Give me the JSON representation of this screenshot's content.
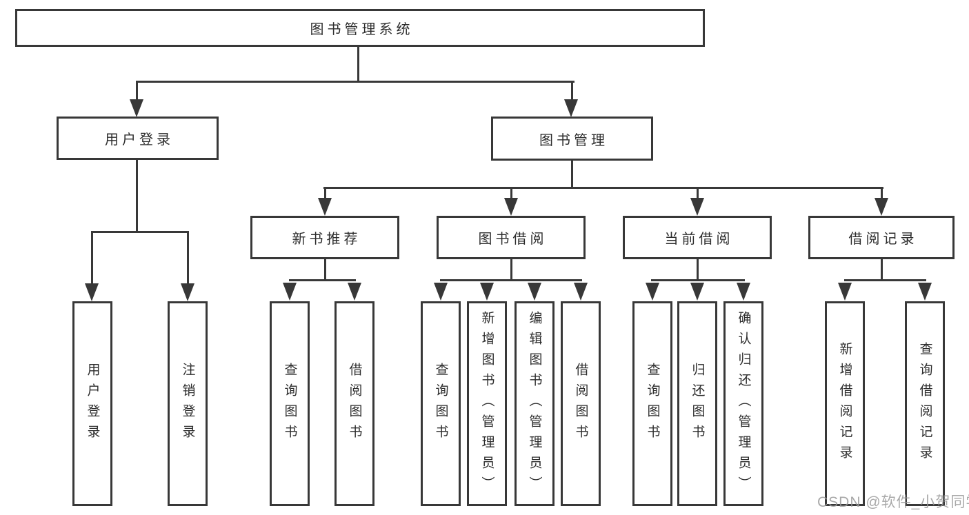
{
  "diagram": {
    "title": "图书管理系统",
    "root": {
      "label": "图书管理系统"
    },
    "level2": [
      {
        "label": "用户登录"
      },
      {
        "label": "图书管理"
      }
    ],
    "user_login_children": [
      "用户登录",
      "注销登录"
    ],
    "level3": [
      {
        "label": "新书推荐"
      },
      {
        "label": "图书借阅"
      },
      {
        "label": "当前借阅"
      },
      {
        "label": "借阅记录"
      }
    ],
    "new_book_children": [
      "查询图书",
      "借阅图书"
    ],
    "book_borrow_children": [
      "查询图书",
      "新增图书（管理员）",
      "编辑图书（管理员）",
      "借阅图书"
    ],
    "current_borrow_children": [
      "查询图书",
      "归还图书",
      "确认归还（管理员）"
    ],
    "borrow_record_children": [
      "新增借阅记录",
      "查询借阅记录"
    ]
  },
  "watermark": {
    "text": "CSDN @软件_小贺同学"
  },
  "colors": {
    "line": "#383838",
    "text": "#2d2d2d",
    "box_background": "#ffffff",
    "page_background": "#ffffff",
    "watermark": "#9a9a9a"
  }
}
